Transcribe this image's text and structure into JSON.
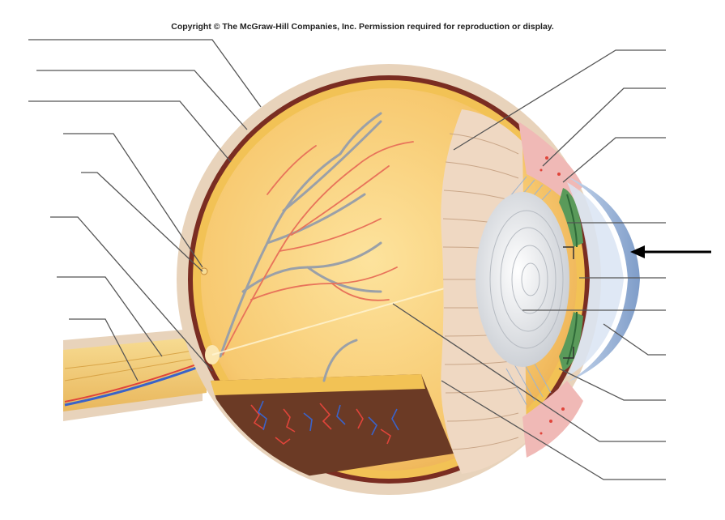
{
  "diagram": {
    "copyright": "Copyright © The McGraw-Hill Companies, Inc. Permission required for reproduction or display.",
    "subject": "eye-sagittal-section",
    "label_slots_left": 8,
    "label_slots_right": 10,
    "arrow_direction": "left",
    "colors": {
      "sclera": "#e8d3bb",
      "choroid": "#7a2d22",
      "retina": "#f2c255",
      "vitreous": "#f7c970",
      "iris": "#5a9a5a",
      "cornea": "#9fb7d8",
      "lens": "#e4e6e8",
      "ciliary": "#f0b9b6",
      "nerve": "#f3cf73",
      "vessel_red": "#e0443a",
      "vessel_blue": "#3a63c9",
      "leader": "#555555"
    }
  }
}
